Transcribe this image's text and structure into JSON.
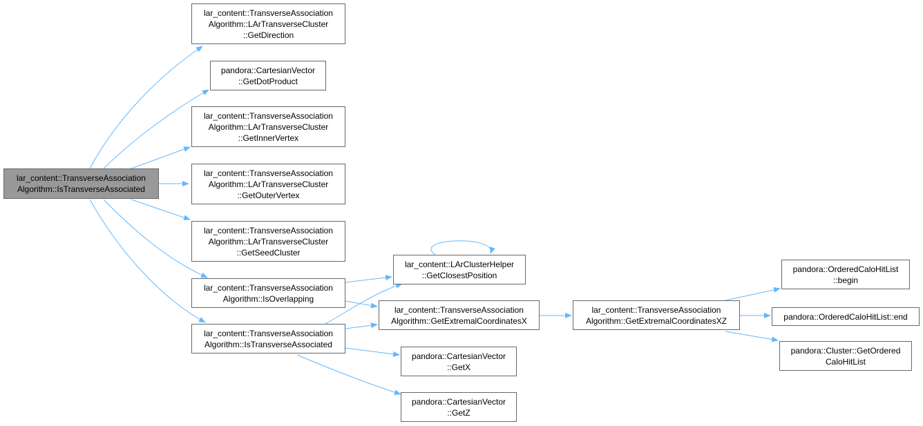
{
  "colors": {
    "edge": "#63b8ff",
    "node_border": "#666666",
    "root_fill": "#999999",
    "node_fill": "#ffffff"
  },
  "nodes": {
    "root": {
      "lines": [
        "lar_content::TransverseAssociation",
        "Algorithm::IsTransverseAssociated"
      ]
    },
    "getdirection": {
      "lines": [
        "lar_content::TransverseAssociation",
        "Algorithm::LArTransverseCluster",
        "::GetDirection"
      ]
    },
    "getdot": {
      "lines": [
        "pandora::CartesianVector",
        "::GetDotProduct"
      ]
    },
    "getinner": {
      "lines": [
        "lar_content::TransverseAssociation",
        "Algorithm::LArTransverseCluster",
        "::GetInnerVertex"
      ]
    },
    "getouter": {
      "lines": [
        "lar_content::TransverseAssociation",
        "Algorithm::LArTransverseCluster",
        "::GetOuterVertex"
      ]
    },
    "getseed": {
      "lines": [
        "lar_content::TransverseAssociation",
        "Algorithm::LArTransverseCluster",
        "::GetSeedCluster"
      ]
    },
    "isoverlap": {
      "lines": [
        "lar_content::TransverseAssociation",
        "Algorithm::IsOverlapping"
      ]
    },
    "istrans2": {
      "lines": [
        "lar_content::TransverseAssociation",
        "Algorithm::IsTransverseAssociated"
      ]
    },
    "closest": {
      "lines": [
        "lar_content::LArClusterHelper",
        "::GetClosestPosition"
      ]
    },
    "extremx": {
      "lines": [
        "lar_content::TransverseAssociation",
        "Algorithm::GetExtremalCoordinatesX"
      ]
    },
    "getx": {
      "lines": [
        "pandora::CartesianVector",
        "::GetX"
      ]
    },
    "getz": {
      "lines": [
        "pandora::CartesianVector",
        "::GetZ"
      ]
    },
    "extremxz": {
      "lines": [
        "lar_content::TransverseAssociation",
        "Algorithm::GetExtremalCoordinatesXZ"
      ]
    },
    "begin": {
      "lines": [
        "pandora::OrderedCaloHitList",
        "::begin"
      ]
    },
    "end": {
      "lines": [
        "pandora::OrderedCaloHitList::end"
      ]
    },
    "getordered": {
      "lines": [
        "pandora::Cluster::GetOrdered",
        "CaloHitList"
      ]
    }
  }
}
